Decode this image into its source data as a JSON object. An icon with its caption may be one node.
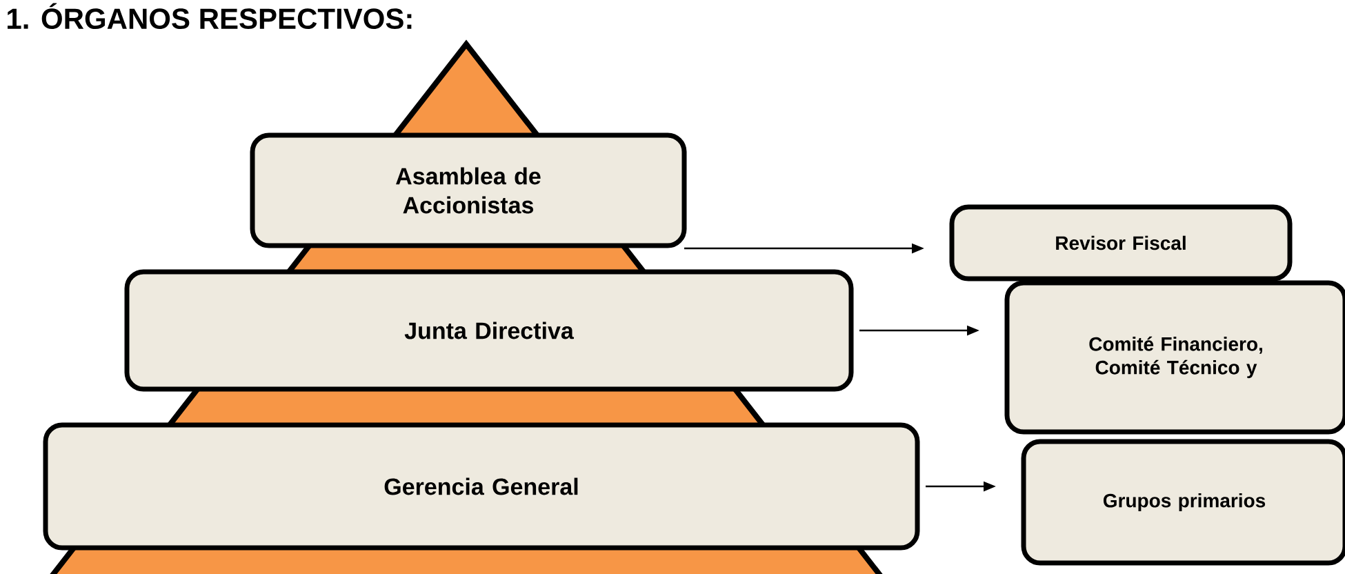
{
  "diagram": {
    "title": "1. ÓRGANOS RESPECTIVOS:",
    "nodes": [
      {
        "text": [
          "Asamblea de Accionistas"
        ]
      },
      {
        "text": [
          "Revisor Fiscal"
        ]
      },
      {
        "text": [
          "Junta Directiva"
        ]
      },
      {
        "text": [
          "Comité Financiero, Comité Técnico y"
        ]
      },
      {
        "text": [
          "Gerencia General"
        ]
      },
      {
        "text": [
          "Grupos primarios"
        ]
      }
    ],
    "edges": [
      {
        "from": 0,
        "to": 1,
        "arrow": "to"
      },
      {
        "from": 2,
        "to": 3,
        "arrow": "to"
      },
      {
        "from": 4,
        "to": 5,
        "arrow": "to"
      }
    ]
  }
}
